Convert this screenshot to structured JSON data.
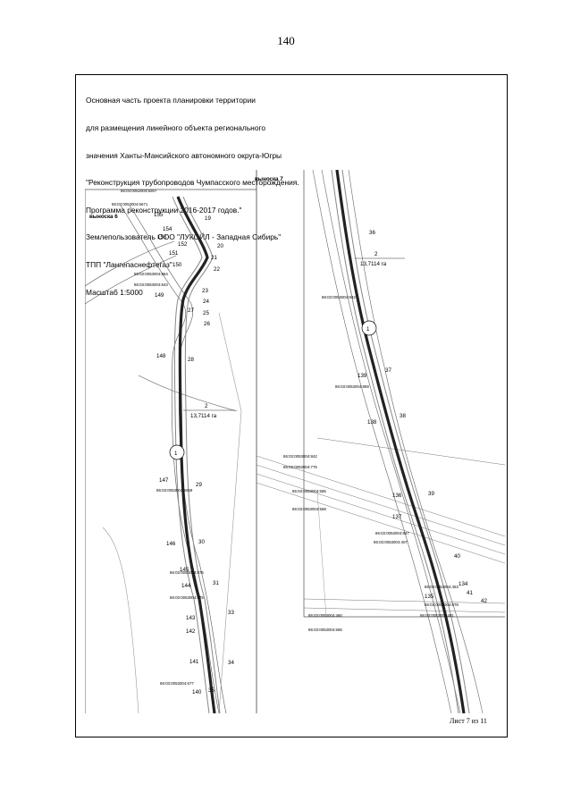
{
  "page_number": "140",
  "header": {
    "lines": [
      "Основная часть проекта планировки территории",
      "для размещения линейного объекта регионального",
      "значения Ханты-Мансийского автономного округа-Югры",
      "\"Реконструкция трубопроводов Чумпасского месторождения.",
      "Программа реконструкции 2016-2017 годов.\"",
      "Землепользователь ООО \"ЛУКОЙЛ - Западная Сибирь\"",
      "ТПП \"Лангепаснефтегаз\"",
      "Масштаб 1:5000"
    ]
  },
  "map": {
    "left_panel": {
      "callout_title": "выноска 6",
      "cadastral_top": [
        "86:03:0052004:8267",
        "86:03:0053004:6671"
      ],
      "cadastral_mid": [
        "86:03:0053004:864",
        "86:03:0053004:843"
      ],
      "cadastral_lower": [
        "86:03:0053004:6059"
      ],
      "cadastral_bottom": [
        "86:03:0053004:875",
        "86:03:0053004:875"
      ],
      "cadastral_end": [
        "86:03:0053004:677"
      ],
      "parcel_number": "2",
      "parcel_area": "13,7114 га",
      "section_marker": "1",
      "points_left": [
        "155",
        "154",
        "153",
        "152",
        "151",
        "150",
        "149",
        "148",
        "147",
        "146",
        "145",
        "144",
        "143",
        "142",
        "141",
        "140"
      ],
      "points_right": [
        "19",
        "20",
        "21",
        "22",
        "23",
        "24",
        "27",
        "25",
        "26",
        "28",
        "29",
        "30",
        "31",
        "33",
        "34",
        "35"
      ]
    },
    "right_panel": {
      "callout_title": "выноска 7",
      "cadastral_top": [
        "86:03:0053004:942"
      ],
      "cadastral_mid": [
        "86:03:0053004:859",
        "86:03:0053004:842",
        "86:03:0053004:775"
      ],
      "cadastral_cross": [
        "86:03:0053004:585",
        "86:03:0053004:568"
      ],
      "cadastral_lower": [
        "86:03:0053004:847",
        "86:03:0053004:407"
      ],
      "cadastral_bottom": [
        "86:03:0053004:453",
        "86:03:0053004:481",
        "86:03:0053004:878",
        "86:03:0053004:460",
        "86:03:0053004:665"
      ],
      "parcel_number": "2",
      "parcel_area": "13,7114 га",
      "section_marker": "1",
      "points_left": [
        "139",
        "138",
        "136",
        "137",
        "135",
        "134"
      ],
      "points_right": [
        "36",
        "37",
        "38",
        "39",
        "40",
        "41",
        "42"
      ]
    }
  },
  "sheet_label": "Лист 7 из 11"
}
